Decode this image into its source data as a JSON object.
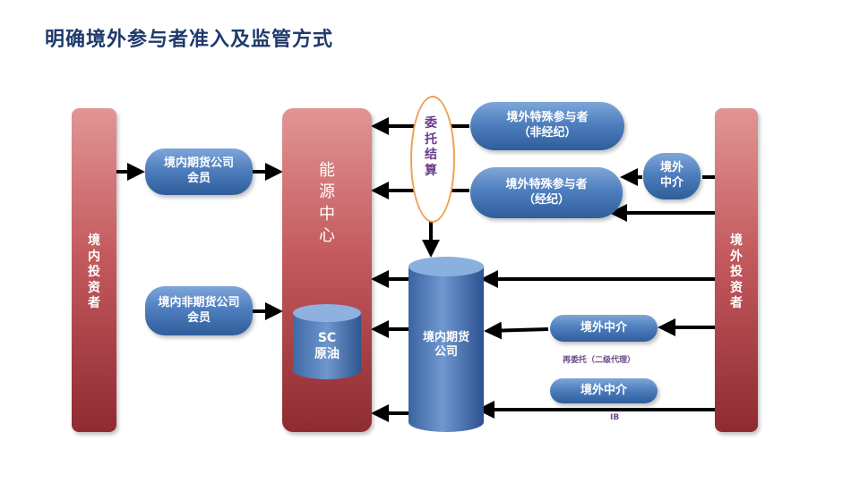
{
  "slide": {
    "title": "明确境外参与者准入及监管方式"
  },
  "nodes": {
    "domestic_investor": "境内投资者",
    "foreign_investor": "境外投资者",
    "futures_member": "境内期货公司会员",
    "non_futures_member": "境内非期货公司会员",
    "energy_center": "能源中心",
    "sc_crude": "SC\n原油",
    "entrust_settlement": "委托结算",
    "special_nonbroker": "境外特殊参与者\n（非经纪）",
    "special_broker": "境外特殊参与者\n（经纪）",
    "foreign_intermediary_top": "境外\n中介",
    "domestic_futures_company": "境内期货\n公司",
    "foreign_intermediary_mid": "境外中介",
    "foreign_intermediary_bottom": "境外中介",
    "re_entrust_label": "再委托（二级代理）",
    "ib_label": "IB"
  },
  "colors": {
    "title": "#1f3a6b",
    "red_top": "#e29595",
    "red_bottom": "#8e2b31",
    "blue_top": "#7fa6d9",
    "blue_bottom": "#2f5d9c",
    "oval_border": "#f0a050",
    "entrust_text": "#6a3d8a",
    "arrow": "#000000"
  }
}
